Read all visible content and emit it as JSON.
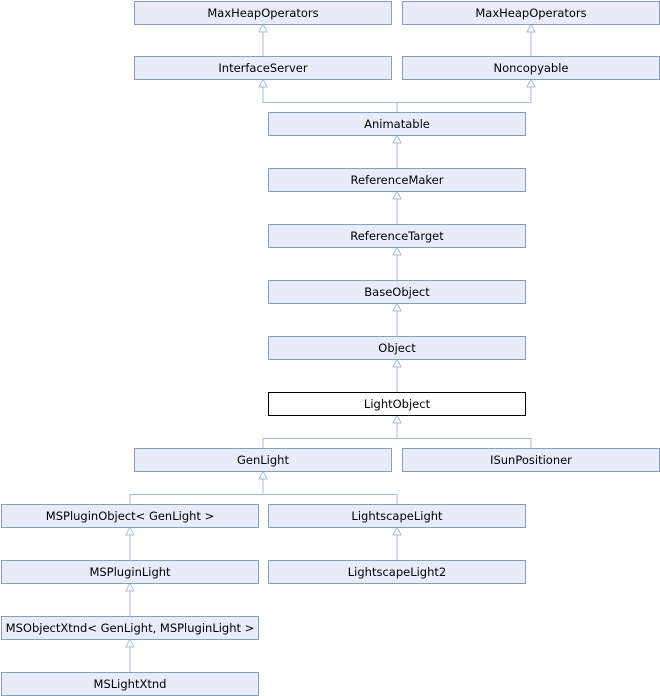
{
  "diagram": {
    "nodes": [
      {
        "id": "mho1",
        "label": "MaxHeapOperators",
        "current": false
      },
      {
        "id": "mho2",
        "label": "MaxHeapOperators",
        "current": false
      },
      {
        "id": "iface",
        "label": "InterfaceServer",
        "current": false
      },
      {
        "id": "noncopy",
        "label": "Noncopyable",
        "current": false
      },
      {
        "id": "anim",
        "label": "Animatable",
        "current": false
      },
      {
        "id": "refmaker",
        "label": "ReferenceMaker",
        "current": false
      },
      {
        "id": "reftarget",
        "label": "ReferenceTarget",
        "current": false
      },
      {
        "id": "baseobj",
        "label": "BaseObject",
        "current": false
      },
      {
        "id": "object",
        "label": "Object",
        "current": false
      },
      {
        "id": "lightobj",
        "label": "LightObject",
        "current": true
      },
      {
        "id": "genlight",
        "label": "GenLight",
        "current": false
      },
      {
        "id": "isun",
        "label": "ISunPositioner",
        "current": false
      },
      {
        "id": "msplugobj",
        "label": "MSPluginObject< GenLight >",
        "current": false
      },
      {
        "id": "lscape",
        "label": "LightscapeLight",
        "current": false
      },
      {
        "id": "msplight",
        "label": "MSPluginLight",
        "current": false
      },
      {
        "id": "lscape2",
        "label": "LightscapeLight2",
        "current": false
      },
      {
        "id": "msxtnd",
        "label": "MSObjectXtnd< GenLight, MSPluginLight >",
        "current": false
      },
      {
        "id": "mslx",
        "label": "MSLightXtnd",
        "current": false
      }
    ],
    "edges": [
      {
        "child": "iface",
        "parent": "mho1"
      },
      {
        "child": "noncopy",
        "parent": "mho2"
      },
      {
        "child": "anim",
        "parent": "iface"
      },
      {
        "child": "anim",
        "parent": "noncopy"
      },
      {
        "child": "refmaker",
        "parent": "anim"
      },
      {
        "child": "reftarget",
        "parent": "refmaker"
      },
      {
        "child": "baseobj",
        "parent": "reftarget"
      },
      {
        "child": "object",
        "parent": "baseobj"
      },
      {
        "child": "lightobj",
        "parent": "object"
      },
      {
        "child": "genlight",
        "parent": "lightobj"
      },
      {
        "child": "isun",
        "parent": "lightobj"
      },
      {
        "child": "msplugobj",
        "parent": "genlight"
      },
      {
        "child": "lscape",
        "parent": "genlight"
      },
      {
        "child": "msplight",
        "parent": "msplugobj"
      },
      {
        "child": "lscape2",
        "parent": "lscape"
      },
      {
        "child": "msxtnd",
        "parent": "msplight"
      },
      {
        "child": "mslx",
        "parent": "msxtnd"
      }
    ]
  }
}
